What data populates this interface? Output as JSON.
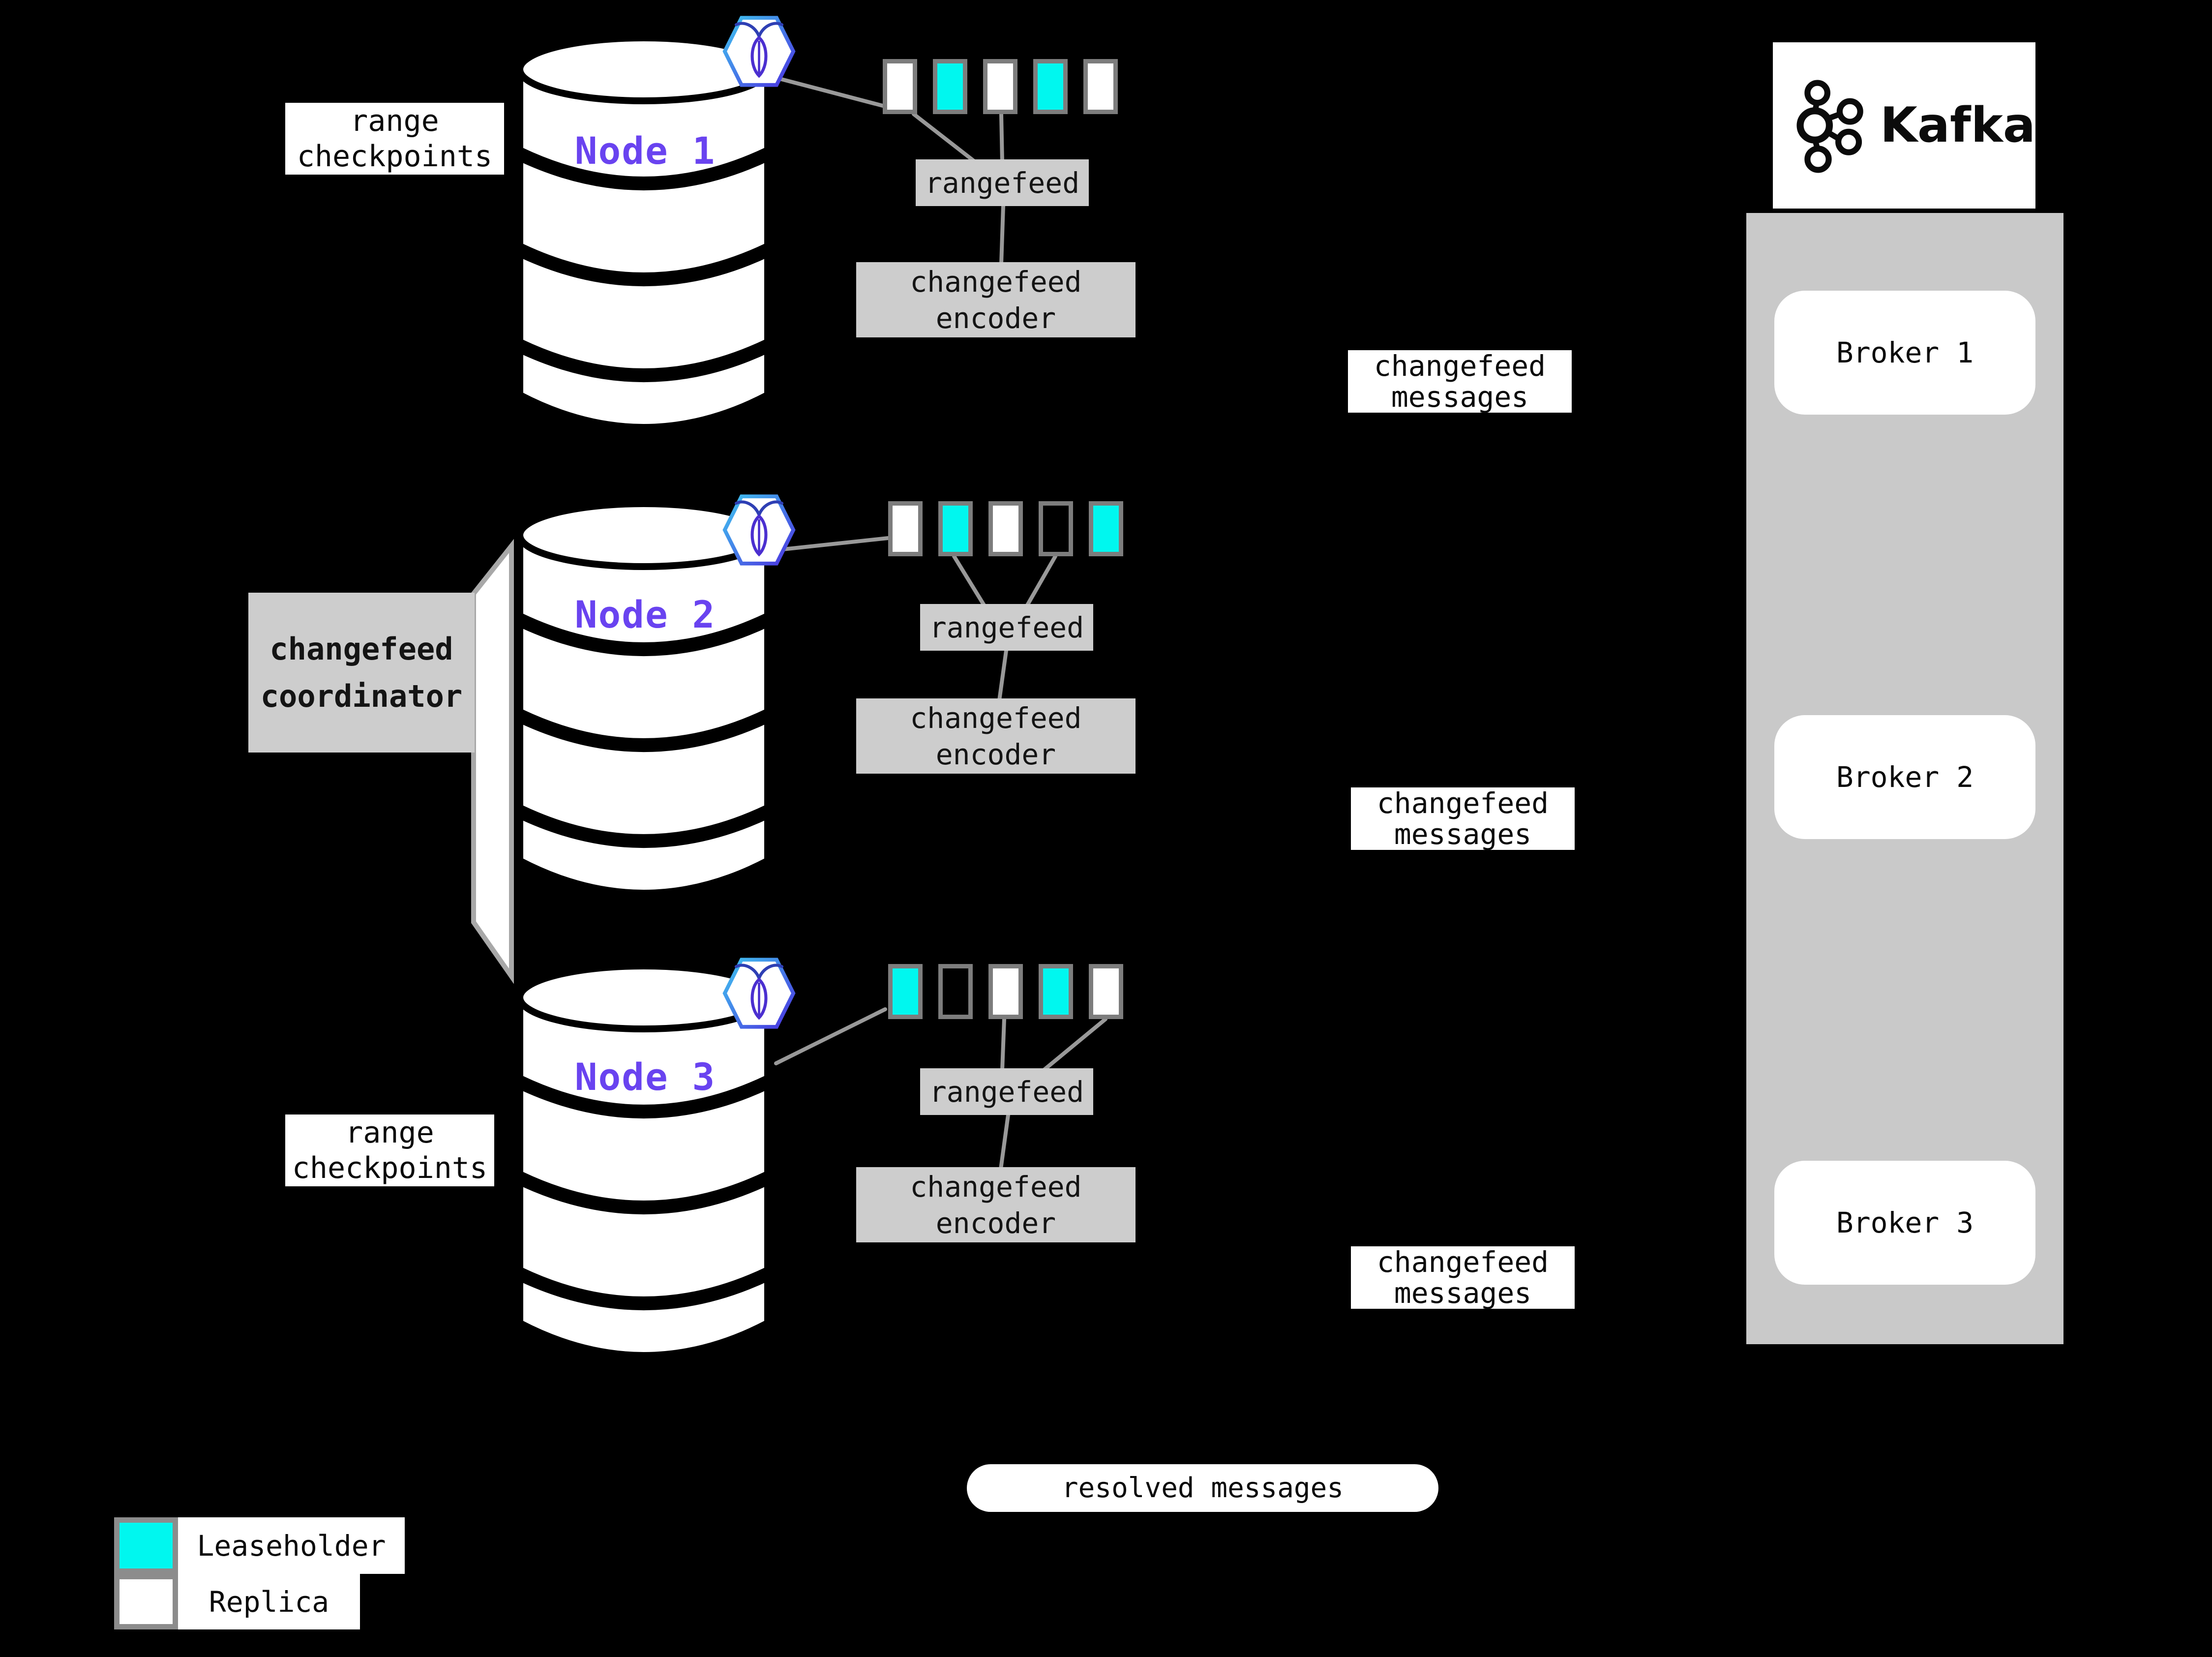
{
  "nodes": [
    {
      "label": "Node 1",
      "ranges": [
        "replica",
        "leaseholder",
        "replica",
        "leaseholder",
        "replica"
      ],
      "rangefeed_label": "rangefeed",
      "encoder_label": "changefeed\nencoder",
      "messages_label": "changefeed\nmessages"
    },
    {
      "label": "Node 2",
      "ranges": [
        "replica",
        "leaseholder",
        "replica",
        "outline",
        "leaseholder"
      ],
      "rangefeed_label": "rangefeed",
      "encoder_label": "changefeed\nencoder",
      "messages_label": "changefeed\nmessages"
    },
    {
      "label": "Node 3",
      "ranges": [
        "leaseholder",
        "outline",
        "replica",
        "leaseholder",
        "replica"
      ],
      "rangefeed_label": "rangefeed",
      "encoder_label": "changefeed\nencoder",
      "messages_label": "changefeed\nmessages"
    }
  ],
  "annotations": {
    "range_checkpoints_top": "range\ncheckpoints",
    "range_checkpoints_bottom": "range\ncheckpoints",
    "coordinator": "changefeed\ncoordinator",
    "resolved": "resolved messages"
  },
  "kafka": {
    "logo_text": "Kafka",
    "brokers": [
      {
        "label": "Broker 1"
      },
      {
        "label": "Broker 2"
      },
      {
        "label": "Broker 3"
      }
    ]
  },
  "legend": {
    "items": [
      {
        "label": "Leaseholder",
        "type": "leaseholder"
      },
      {
        "label": "Replica",
        "type": "replica"
      }
    ]
  },
  "colors": {
    "background": "#000000",
    "leaseholder": "#00f7ef",
    "replica": "#ffffff",
    "node_label_purple": "#6943f0",
    "box_gray": "#cdcdcd",
    "kafka_container_gray": "#c9c9c9",
    "rect_border_gray": "#7d7d7d",
    "connector_gray": "#999999"
  }
}
